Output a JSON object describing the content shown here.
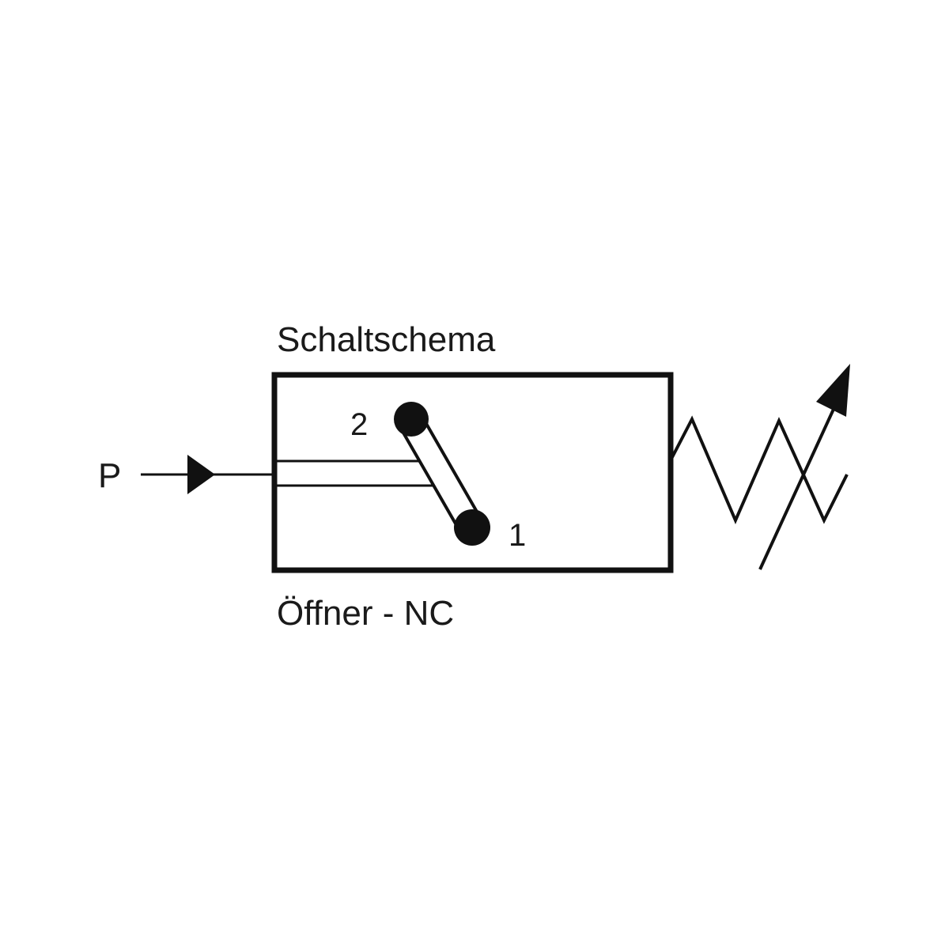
{
  "diagram": {
    "title": "Schaltschema",
    "subtitle": "Öffner - NC",
    "port_label": "P",
    "contact_2": "2",
    "contact_1": "1",
    "stroke_color": "#111111"
  }
}
